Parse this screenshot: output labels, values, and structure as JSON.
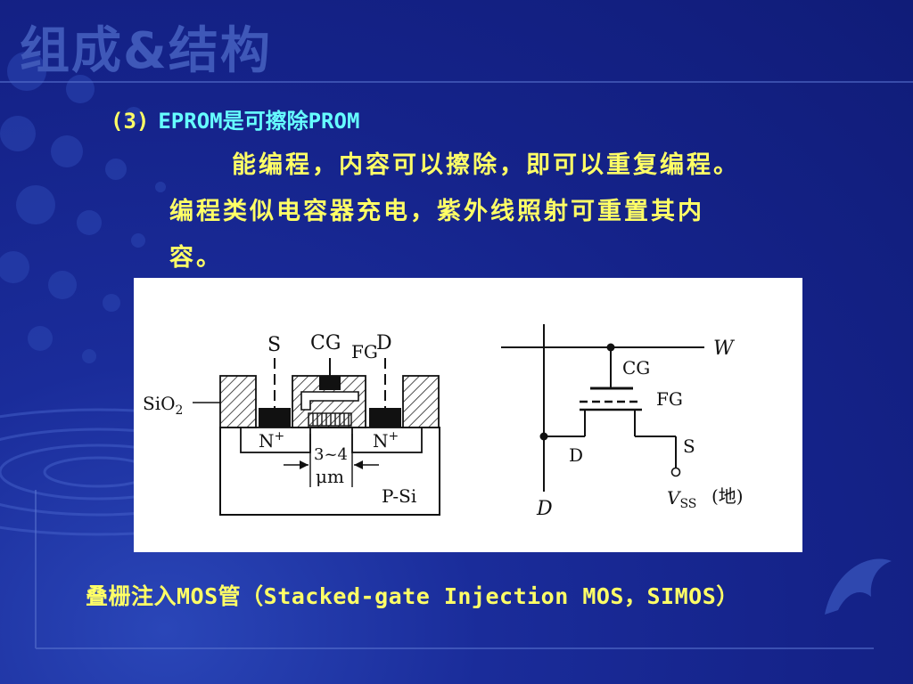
{
  "section_title": "组成&结构",
  "heading": {
    "number": "(3)",
    "title": "EPROM是可擦除PROM"
  },
  "paragraph": {
    "line1": "能编程，内容可以擦除，即可以重复编程。",
    "line2": "编程类似电容器充电，紫外线照射可重置其内",
    "line3": "容。"
  },
  "figure": {
    "cross_section": {
      "label_s": "S",
      "label_cg": "CG",
      "label_fg": "FG",
      "label_d": "D",
      "label_sio2": "SiO",
      "label_sio2_sub": "2",
      "label_n_left": "N",
      "label_n_right": "N",
      "label_plus": "+",
      "label_gap": "3~4",
      "label_um": "μm",
      "label_psi": "P-Si"
    },
    "circuit": {
      "label_w": "W",
      "label_cg": "CG",
      "label_fg": "FG",
      "label_d_node": "D",
      "label_s_node": "S",
      "label_d_line": "D",
      "label_vss": "V",
      "label_vss_sub": "SS",
      "label_ground": "(地)"
    }
  },
  "caption": "叠栅注入MOS管（Stacked-gate Injection MOS，SIMOS）",
  "colors": {
    "background": "#15238a",
    "body_text": "#ffff66",
    "title_accent": "#66ffff",
    "section_title": "#3f58b8"
  }
}
